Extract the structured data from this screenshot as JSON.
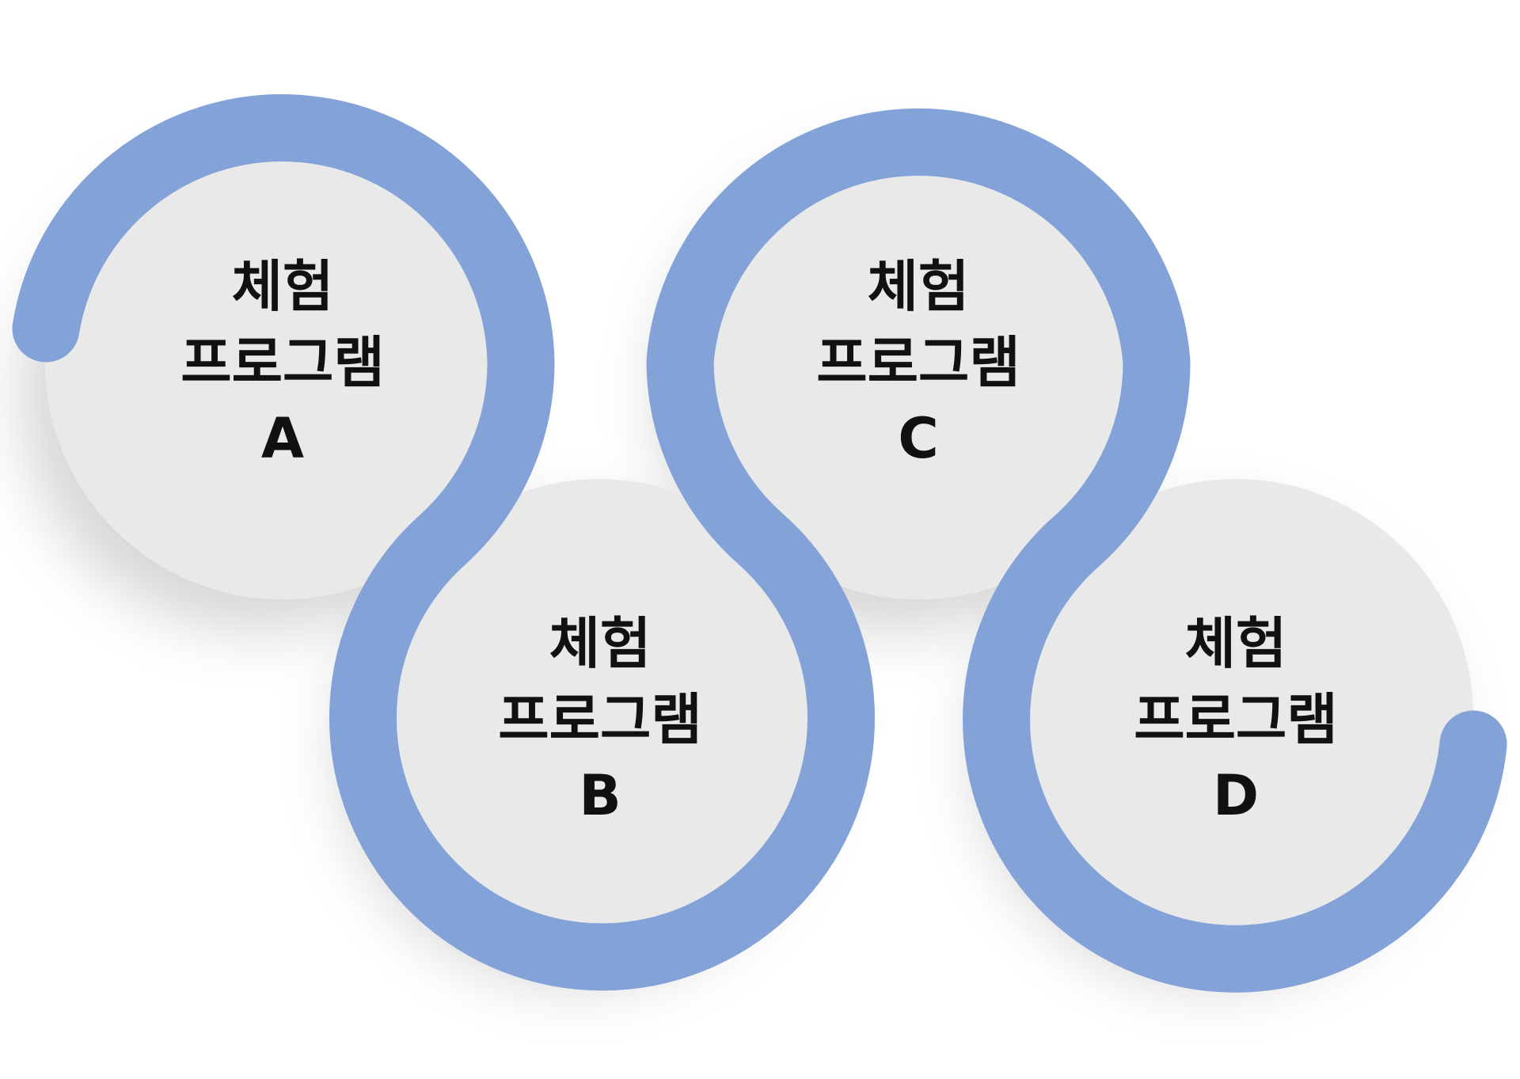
{
  "colors": {
    "ring": "#83A2D8",
    "disc": "#E9E9E9",
    "text": "#111111",
    "background": "#FFFFFF"
  },
  "nodes": [
    {
      "id": "a",
      "line1": "체험",
      "line2": "프로그램",
      "letter": "A"
    },
    {
      "id": "b",
      "line1": "체험",
      "line2": "프로그램",
      "letter": "B"
    },
    {
      "id": "c",
      "line1": "체험",
      "line2": "프로그램",
      "letter": "C"
    },
    {
      "id": "d",
      "line1": "체험",
      "line2": "프로그램",
      "letter": "D"
    }
  ]
}
